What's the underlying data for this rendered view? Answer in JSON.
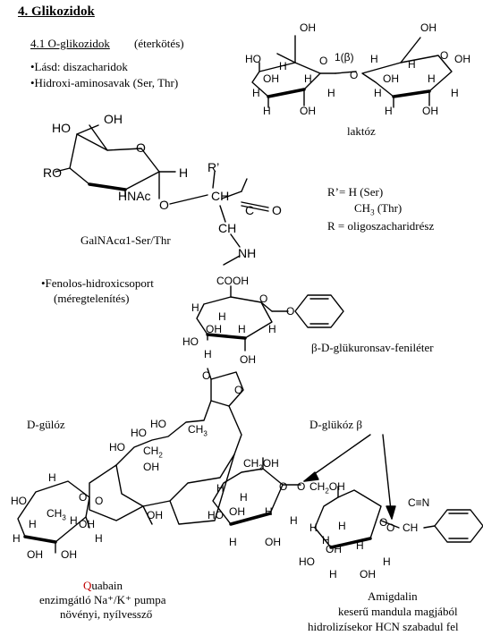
{
  "title": "4. Glikozidok",
  "section": {
    "heading": "4.1 O-glikozidok",
    "heading_paren": "(étERkötés)",
    "bullets": [
      "•Lásd: diszacharidok",
      "•Hidroxi-aminosavak (Ser, Thr)"
    ]
  },
  "lactose": {
    "label": "laktóz",
    "link": "1(β)"
  },
  "galnac": {
    "label": "GalNAcα1-Ser/Thr",
    "r_prime_def": "R’= H    (Ser)",
    "ch3_def": "CH3 (Thr)",
    "r_def": "R = oligoszacharidrész"
  },
  "phenol": {
    "bullet": "•Fenolos-hidroxicsoport",
    "paren": "(méregtelenítés)",
    "label": "β-D-glükuronsav-feniléter",
    "cooh": "COOH"
  },
  "quabain": {
    "sugar_label": "D-gülóz",
    "name": "Quabain",
    "desc1": "enzimgátló Na⁺/K⁺ pumpa",
    "desc2": "növényi, nyílvessző"
  },
  "amigdalin": {
    "sugar_label": "D-glükóz  β",
    "name": "Amigdalin",
    "desc1": "keserű mandula magjából",
    "desc2": "hidrolizísekor HCN szabadul fel"
  },
  "atoms": {
    "oh": "OH",
    "ho": "HO",
    "h": "H",
    "o": "O",
    "r_o": "RO",
    "nhac": "HNAc",
    "r_prime": "R’",
    "ch": "CH",
    "c_eq_o": "C",
    "nh": "NH",
    "ch2": "CH2",
    "ch2oh": "CH2OH",
    "ch3": "CH3",
    "cn": "C≡N"
  },
  "colors": {
    "ink": "#000000",
    "accent_red": "#c00000"
  }
}
